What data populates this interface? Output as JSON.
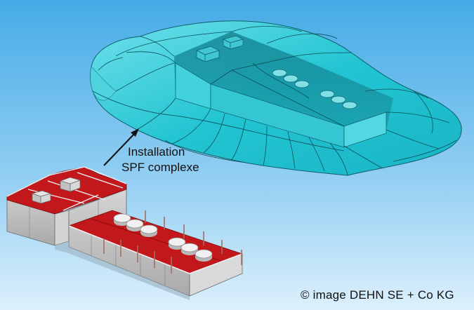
{
  "annotation": {
    "line1": "Installation",
    "line2": "SPF complexe"
  },
  "credit": "© image  DEHN SE + Co KG",
  "colors": {
    "background_top": "#49aee8",
    "background_bottom": "#d9eefc",
    "protection_zone": "#22c9d6",
    "roof_red": "#c4171b",
    "wall_gray": "#bdbdbd"
  }
}
